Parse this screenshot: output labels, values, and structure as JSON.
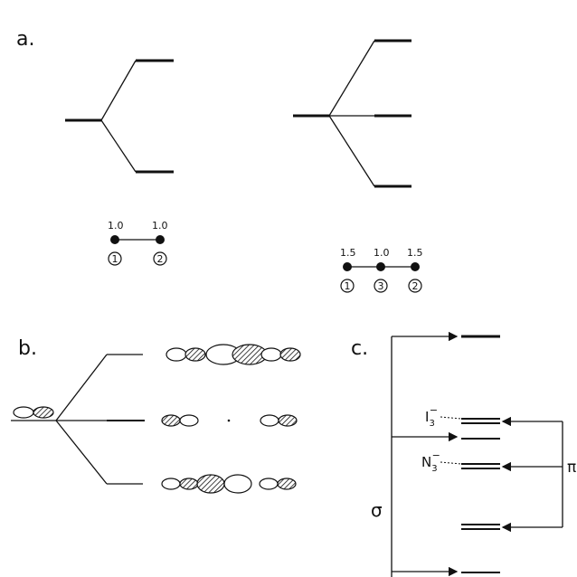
{
  "panels": {
    "a": {
      "label": "a.",
      "diatomic": {
        "coefficients": [
          "1.0",
          "1.0"
        ],
        "atoms": [
          "1",
          "2"
        ]
      },
      "triatomic": {
        "coefficients": [
          "1.5",
          "1.0",
          "1.5"
        ],
        "atoms": [
          "1",
          "3",
          "2"
        ]
      }
    },
    "b": {
      "label": "b."
    },
    "c": {
      "label": "c.",
      "species": [
        "I",
        "N"
      ],
      "subscript": "3",
      "superscript": "−",
      "sigma_label": "σ",
      "pi_label": "π"
    }
  },
  "colors": {
    "ink": "#111111",
    "background": "#ffffff"
  }
}
